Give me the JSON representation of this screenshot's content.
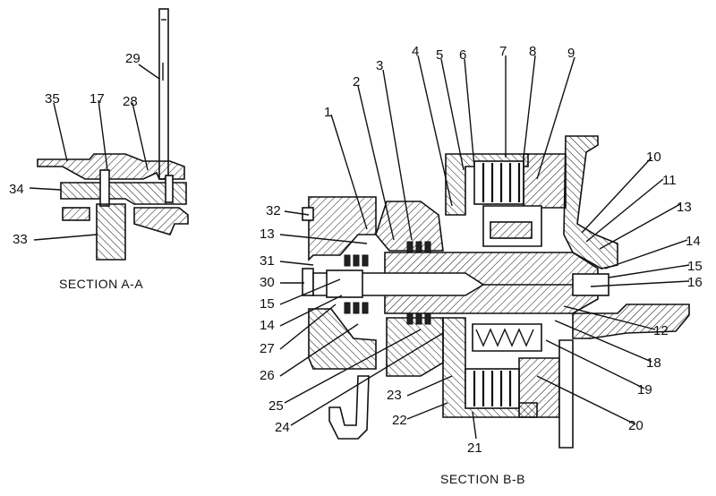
{
  "captions": {
    "section_aa": "SECTION A-A",
    "section_bb": "SECTION B-B"
  },
  "callouts": {
    "c1": "1",
    "c2": "2",
    "c3": "3",
    "c4": "4",
    "c5": "5",
    "c6": "6",
    "c7": "7",
    "c8": "8",
    "c9": "9",
    "c10": "10",
    "c11": "11",
    "c12": "12",
    "c13a": "13",
    "c13b": "13",
    "c14a": "14",
    "c14b": "14",
    "c15a": "15",
    "c15b": "15",
    "c16": "16",
    "c17": "17",
    "c18": "18",
    "c19": "19",
    "c20": "20",
    "c21": "21",
    "c22": "22",
    "c23": "23",
    "c24": "24",
    "c25": "25",
    "c26": "26",
    "c27": "27",
    "c28": "28",
    "c29": "29",
    "c30": "30",
    "c31": "31",
    "c32": "32",
    "c33": "33",
    "c34": "34",
    "c35": "35"
  }
}
